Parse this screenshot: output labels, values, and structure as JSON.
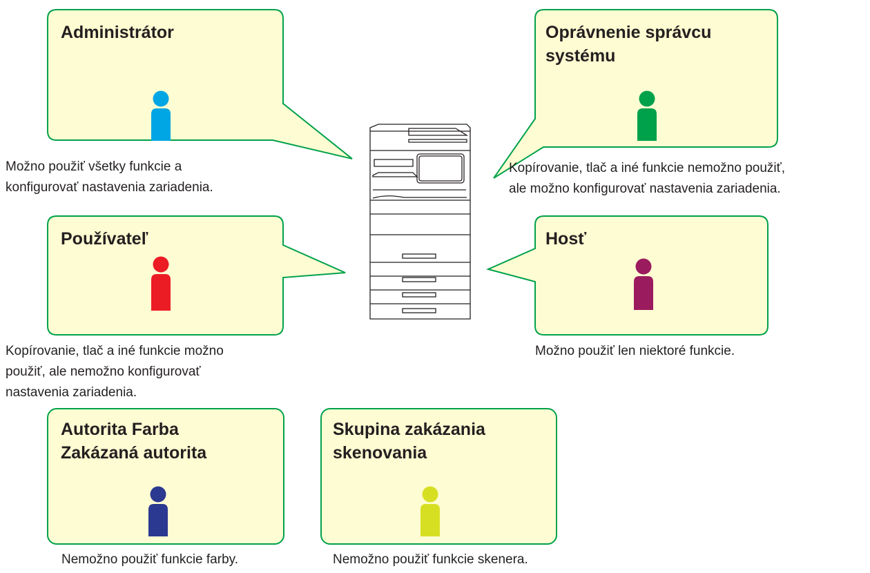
{
  "roles": [
    {
      "id": "admin",
      "title": [
        "Administrátor"
      ],
      "color": "#00a6e4",
      "description": [
        "Možno použiť všetky funkcie a",
        "konfigurovať nastavenia zariadenia."
      ]
    },
    {
      "id": "sysadmin",
      "title": [
        "Oprávnenie správcu",
        "systému"
      ],
      "color": "#00a14b",
      "description": [
        "Kopírovanie, tlač a iné funkcie nemožno použiť,",
        "ale možno konfigurovať nastavenia zariadenia."
      ]
    },
    {
      "id": "user",
      "title": [
        "Používateľ"
      ],
      "color": "#ec1c24",
      "description": [
        "Kopírovanie, tlač a iné funkcie možno",
        "použiť, ale nemožno konfigurovať",
        "nastavenia zariadenia."
      ]
    },
    {
      "id": "guest",
      "title": [
        "Hosť"
      ],
      "color": "#9b1b5f",
      "description": [
        "Možno použiť len niektoré funkcie."
      ]
    },
    {
      "id": "color-prohibited",
      "title": [
        "Autorita Farba",
        "Zakázaná autorita"
      ],
      "color": "#2b3990",
      "description": [
        "Nemožno použiť funkcie farby."
      ]
    },
    {
      "id": "scan-prohibited",
      "title": [
        "Skupina zakázania",
        "skenovania"
      ],
      "color": "#d7df23",
      "description": [
        "Nemožno použiť funkcie skenera."
      ]
    }
  ],
  "colors": {
    "bubble_fill": "#fefcd2",
    "bubble_stroke": "#00a14b",
    "text": "#231f20",
    "printer_stroke": "#231f20"
  }
}
